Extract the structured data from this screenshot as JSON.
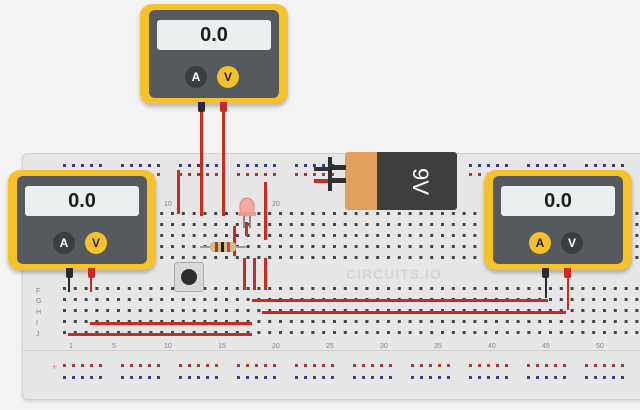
{
  "app": {
    "watermark": "CIRCUITS.IO"
  },
  "meters": [
    {
      "id": "top",
      "reading": "0.0",
      "btn_left": "A",
      "btn_right": "V",
      "active": "V"
    },
    {
      "id": "left",
      "reading": "0.0",
      "btn_left": "A",
      "btn_right": "V",
      "active": "V"
    },
    {
      "id": "right",
      "reading": "0.0",
      "btn_left": "A",
      "btn_right": "V",
      "active": "A"
    }
  ],
  "battery": {
    "label": "9V"
  },
  "breadboard": {
    "column_numbers": [
      "1",
      "5",
      "10",
      "15",
      "20",
      "25",
      "30",
      "35",
      "40",
      "45",
      "50"
    ],
    "top_column_numbers": [
      "10",
      "20"
    ],
    "row_letters": [
      "F",
      "G",
      "H",
      "I",
      "J"
    ],
    "rail_symbol": "+"
  },
  "colors": {
    "meter_body": "#f6c12a",
    "wire": "#cc2a1f",
    "battery_cap": "#e2a05c",
    "battery_body": "#3e3e3e"
  }
}
